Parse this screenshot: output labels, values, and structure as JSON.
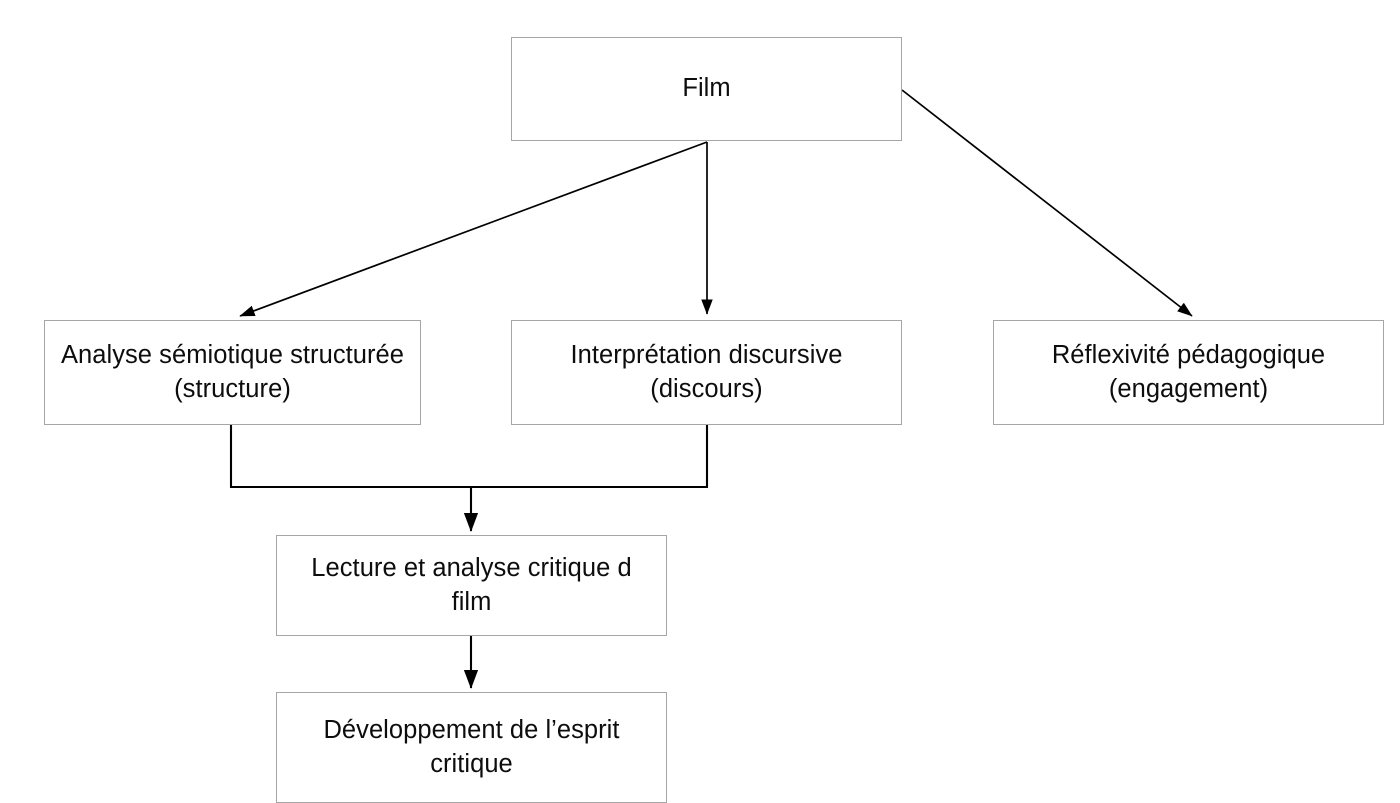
{
  "diagram": {
    "title": "Film analysis pedagogical flow",
    "language": "fr",
    "background_color": "#ffffff",
    "box_border_color": "#a6a6a6",
    "box_fill_color": "#ffffff",
    "connector_color": "#000000",
    "text_color": "#0d0d0d",
    "nodes": [
      {
        "id": "film",
        "label": "Film",
        "level": 0
      },
      {
        "id": "semiotique",
        "label": "Analyse sémiotique structurée\n(structure)",
        "level": 1
      },
      {
        "id": "discursive",
        "label": "Interprétation discursive\n(discours)",
        "level": 1
      },
      {
        "id": "reflexivite",
        "label": "Réflexivité pédagogique\n(engagement)",
        "level": 1
      },
      {
        "id": "lecture",
        "label": "Lecture et analyse critique d\nfilm",
        "level": 2
      },
      {
        "id": "esprit",
        "label": "Développement de l’esprit\ncritique",
        "level": 3
      }
    ],
    "edges": [
      {
        "id": "film-to-semiotique",
        "from": "film",
        "to": "semiotique",
        "style": "diagonal-arrow"
      },
      {
        "id": "film-to-discursive",
        "from": "film",
        "to": "discursive",
        "style": "vertical-arrow"
      },
      {
        "id": "film-to-reflexivite",
        "from": "film",
        "to": "reflexivite",
        "style": "diagonal-arrow"
      },
      {
        "id": "semiotique-to-lecture",
        "from": "semiotique",
        "to": "lecture",
        "style": "elbow-merge"
      },
      {
        "id": "discursive-to-lecture",
        "from": "discursive",
        "to": "lecture",
        "style": "elbow-merge"
      },
      {
        "id": "lecture-to-esprit",
        "from": "lecture",
        "to": "esprit",
        "style": "vertical-arrow"
      }
    ]
  }
}
